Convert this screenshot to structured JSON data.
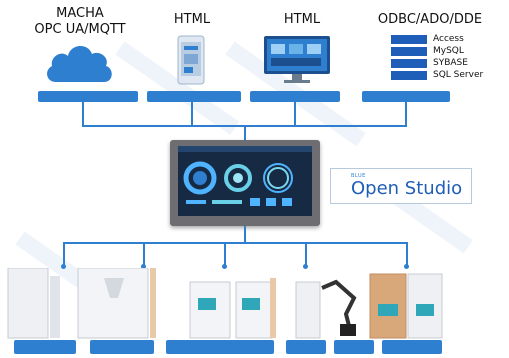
{
  "top_labels": {
    "macha": "MACHA",
    "opc": "OPC UA/MQTT",
    "html_1": "HTML",
    "html_2": "HTML",
    "odbc": "ODBC/ADO/DDE"
  },
  "databases": [
    "Access",
    "MySQL",
    "SYBASE",
    "SQL Server"
  ],
  "brand": {
    "small": "BLUE",
    "main": "Open Studio"
  },
  "colors": {
    "accent": "#2f7fd0",
    "db_box": "#1f5eb8",
    "screen": "#162a44"
  },
  "icons": [
    "cloud-icon",
    "tablet-icon",
    "monitor-icon",
    "database-list"
  ]
}
